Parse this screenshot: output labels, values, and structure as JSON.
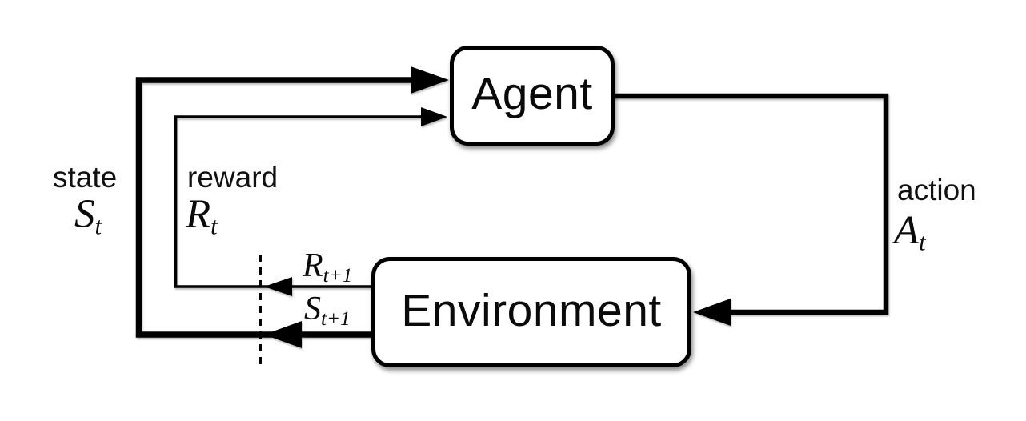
{
  "nodes": {
    "agent": {
      "label": "Agent"
    },
    "environment": {
      "label": "Environment"
    }
  },
  "labels": {
    "state": {
      "word": "state",
      "symbol": "S",
      "subscript": "t"
    },
    "reward": {
      "word": "reward",
      "symbol": "R",
      "subscript": "t"
    },
    "action": {
      "word": "action",
      "symbol": "A",
      "subscript": "t"
    },
    "next_reward": {
      "symbol": "R",
      "subscript": "t+1"
    },
    "next_state": {
      "symbol": "S",
      "subscript": "t+1"
    }
  },
  "colors": {
    "line": "#000000",
    "background": "#ffffff",
    "box_fill": "#ffffff"
  }
}
